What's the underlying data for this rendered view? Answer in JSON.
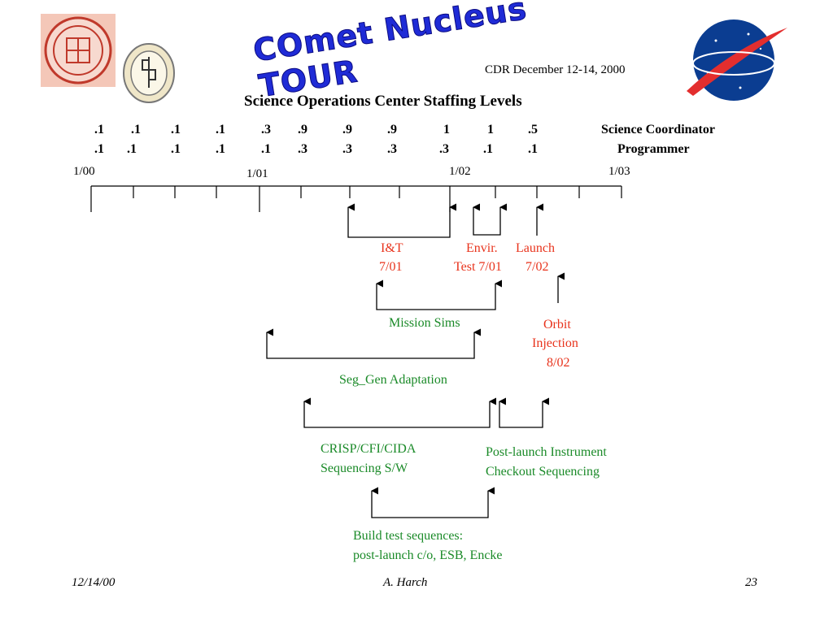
{
  "slide": {
    "logo_title": "COmet Nucleus TOUR",
    "cdr_date": "CDR December 12-14, 2000",
    "subtitle": "Science Operations Center Staffing Levels",
    "role_sci": "Science Coordinator",
    "role_prog": "Programmer",
    "sci_levels": [
      ".1",
      ".1",
      ".1",
      ".1",
      ".3",
      ".9",
      ".9",
      ".9",
      "1",
      "1",
      ".5"
    ],
    "prog_levels": [
      ".1",
      ".1",
      ".1",
      ".1",
      ".1",
      ".3",
      ".3",
      ".3",
      ".3",
      ".1",
      ".1"
    ],
    "dates": [
      "1/00",
      "1/01",
      "1/02",
      "1/03"
    ],
    "milestones": {
      "it": "I&T",
      "it_date": "7/01",
      "envir": "Envir.",
      "envir_date": "Test 7/01",
      "launch": "Launch",
      "launch_date": "7/02",
      "orbit": "Orbit",
      "orbit2": "Injection",
      "orbit_date": "8/02"
    },
    "activities": {
      "mission_sims": "Mission Sims",
      "seg_gen": "Seg_Gen Adaptation",
      "crisp1": "CRISP/CFI/CIDA",
      "crisp2": "Sequencing S/W",
      "postlaunch1": "Post-launch Instrument",
      "postlaunch2": "Checkout Sequencing",
      "build1": "Build test sequences:",
      "build2": "post-launch c/o, ESB, Encke"
    },
    "footer": {
      "date": "12/14/00",
      "author": "A. Harch",
      "page": "23"
    },
    "colors": {
      "title_blue": "#1f2bd6",
      "milestone_red": "#e8331c",
      "activity_green": "#1a8a28"
    }
  }
}
